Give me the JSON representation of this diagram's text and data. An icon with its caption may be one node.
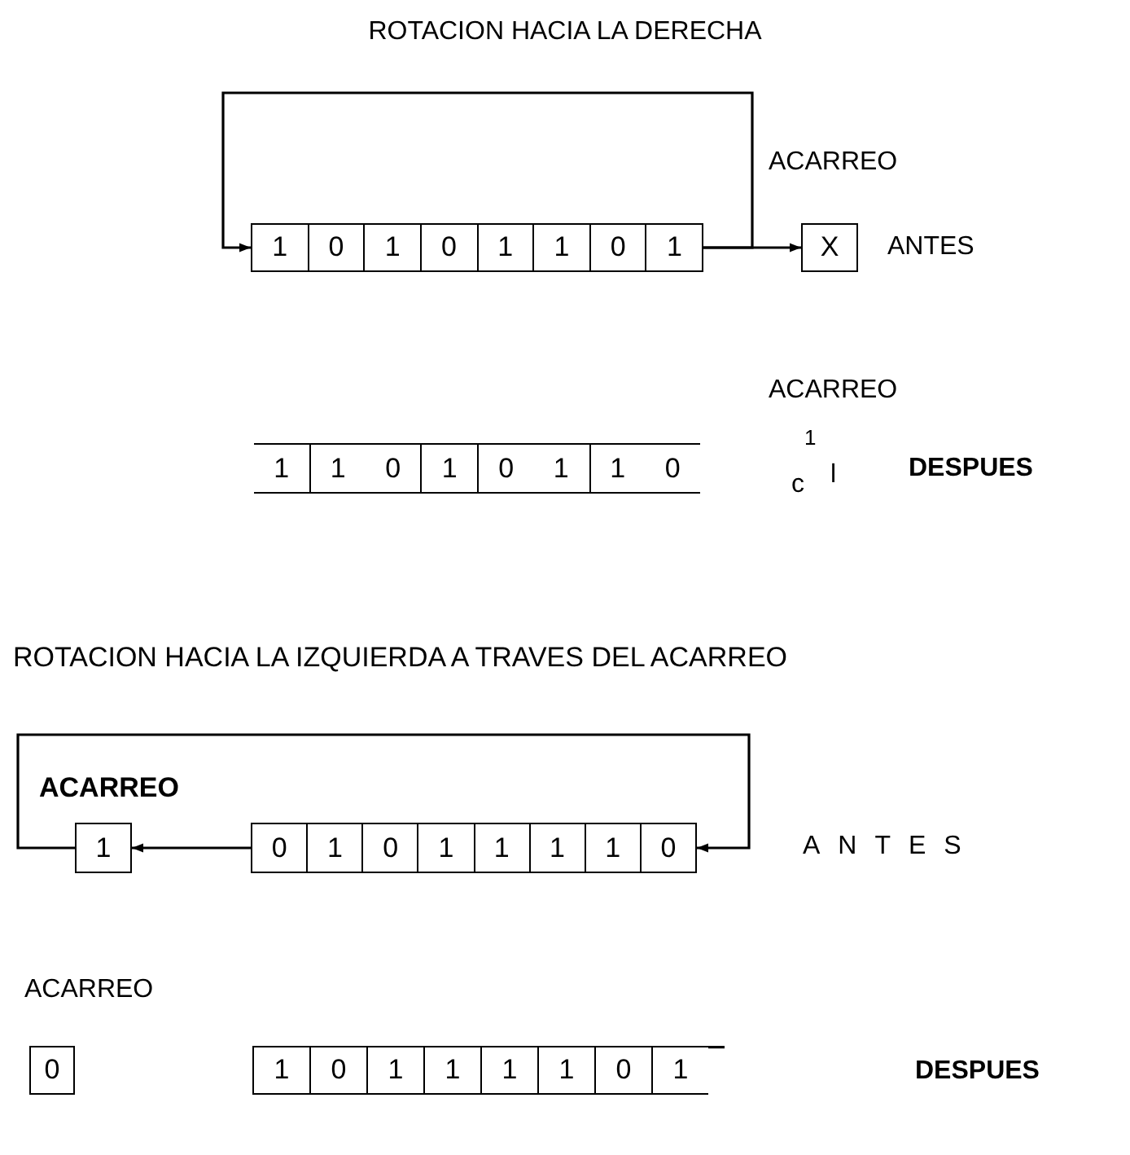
{
  "diagram": {
    "nodes": [
      {
        "text": [
          "1",
          "0",
          "1",
          "0",
          "1",
          "1",
          "0",
          "1"
        ]
      },
      {
        "text": [
          "X"
        ]
      },
      {
        "text": [
          "1",
          "1",
          "0",
          "1",
          "0",
          "1",
          "1",
          "0"
        ]
      },
      {
        "text": [
          "1"
        ]
      },
      {
        "text": [
          "0",
          "1",
          "0",
          "1",
          "1",
          "1",
          "1",
          "0"
        ]
      },
      {
        "text": [
          "0"
        ]
      },
      {
        "text": [
          "1",
          "0",
          "1",
          "1",
          "1",
          "1",
          "0",
          "1"
        ]
      }
    ],
    "edges": [
      {
        "from": 0,
        "to": 1,
        "arrow": "to"
      },
      {
        "from": 0,
        "to": 0,
        "arrow": "to"
      },
      {
        "from": 4,
        "to": 3,
        "arrow": "to"
      },
      {
        "from": 3,
        "to": 4,
        "arrow": "to"
      }
    ],
    "labels": [
      "ROTACION HACIA LA DERECHA",
      "ACARREO",
      "ANTES",
      "ACARREO",
      "1",
      "c",
      "l",
      "DESPUES",
      "ROTACION HACIA LA IZQUIERDA A TRAVES DEL ACARREO",
      "ACARREO",
      "ANTES",
      "ACARREO",
      "DESPUES"
    ]
  }
}
